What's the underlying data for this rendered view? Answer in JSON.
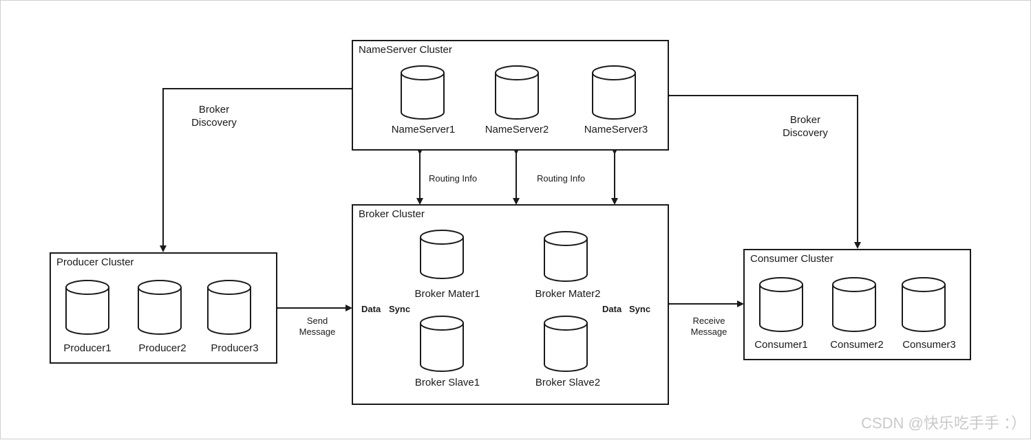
{
  "clusters": {
    "nameserver": {
      "title": "NameServer Cluster",
      "nodes": [
        "NameServer1",
        "NameServer2",
        "NameServer3"
      ]
    },
    "broker": {
      "title": "Broker Cluster",
      "nodes": [
        "Broker Mater1",
        "Broker Slave1",
        "Broker Mater2",
        "Broker Slave2"
      ]
    },
    "producer": {
      "title": "Producer Cluster",
      "nodes": [
        "Producer1",
        "Producer2",
        "Producer3"
      ]
    },
    "consumer": {
      "title": "Consumer Cluster",
      "nodes": [
        "Consumer1",
        "Consumer2",
        "Consumer3"
      ]
    }
  },
  "edge_labels": {
    "broker_discovery_left": [
      "Broker",
      "Discovery"
    ],
    "broker_discovery_right": [
      "Broker",
      "Discovery"
    ],
    "routing_info_left": "Routing Info",
    "routing_info_right": "Routing Info",
    "send_message": [
      "Send",
      "Message"
    ],
    "receive_message": [
      "Receive",
      "Message"
    ],
    "data_sync_left": [
      "Data",
      "Sync"
    ],
    "data_sync_right": [
      "Data",
      "Sync"
    ]
  },
  "watermark": "CSDN @快乐吃手手 ：）",
  "colors": {
    "stroke": "#1a1a1a",
    "background": "#ffffff",
    "watermark": "#c9c9c9"
  }
}
